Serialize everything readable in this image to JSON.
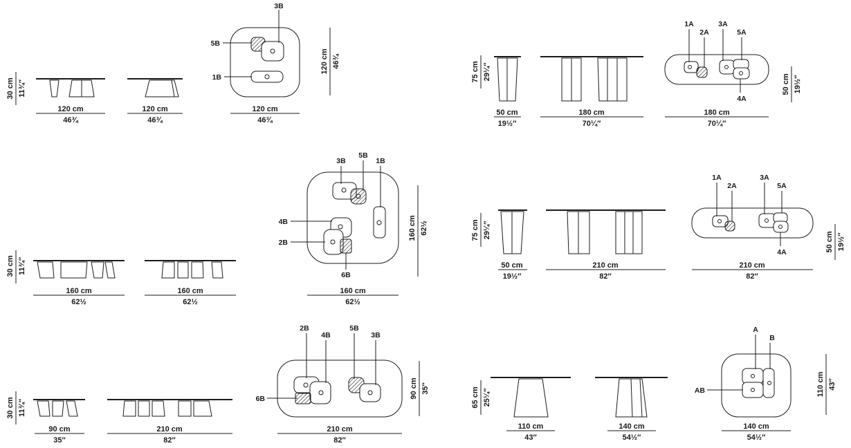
{
  "units": {
    "h30cm": "30 cm",
    "h30in": "11¾″",
    "h75cm": "75 cm",
    "h75in": "29¼″",
    "h65cm": "65 cm",
    "h65in": "25¼″",
    "w50cm": "50 cm",
    "w50in": "19½″",
    "w90cm": "90 cm",
    "w90in": "35″",
    "w110cm": "110 cm",
    "w110in": "43″",
    "w120cm": "120 cm",
    "w120in": "46¾",
    "w140cm": "140 cm",
    "w140in": "54½″",
    "w160cm": "160 cm",
    "w160in": "62½",
    "w180cm": "180 cm",
    "w180in": "70¼″",
    "w210cm": "210 cm",
    "w210in": "82″"
  },
  "markers": {
    "m1A": "1A",
    "m2A": "2A",
    "m3A": "3A",
    "m4A": "4A",
    "m5A": "5A",
    "m1B": "1B",
    "m2B": "2B",
    "m3B": "3B",
    "m4B": "4B",
    "m5B": "5B",
    "m6B": "6B",
    "mA": "A",
    "mB": "B",
    "mAB": "AB"
  }
}
